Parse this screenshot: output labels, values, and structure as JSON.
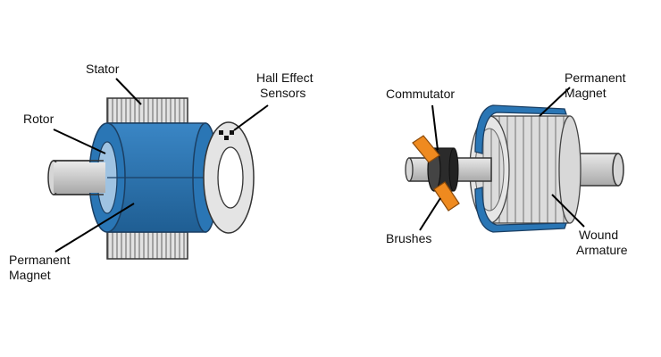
{
  "bldc_motor": {
    "labels": {
      "stator": "Stator",
      "rotor": "Rotor",
      "hall_effect": [
        "Hall Effect",
        "Sensors"
      ],
      "permanent_magnet": [
        "Permanent",
        "Magnet"
      ]
    }
  },
  "brushed_motor": {
    "labels": {
      "commutator": "Commutator",
      "permanent_magnet": [
        "Permanent",
        "Magnet"
      ],
      "brushes": "Brushes",
      "wound_armature": [
        "Wound",
        "Armature"
      ]
    }
  },
  "colors": {
    "magnet_blue": "#2a76b5",
    "magnet_blue_dark": "#1f5e93",
    "steel_gray": "#c8c8c8",
    "brush_orange": "#ef8a1f"
  }
}
